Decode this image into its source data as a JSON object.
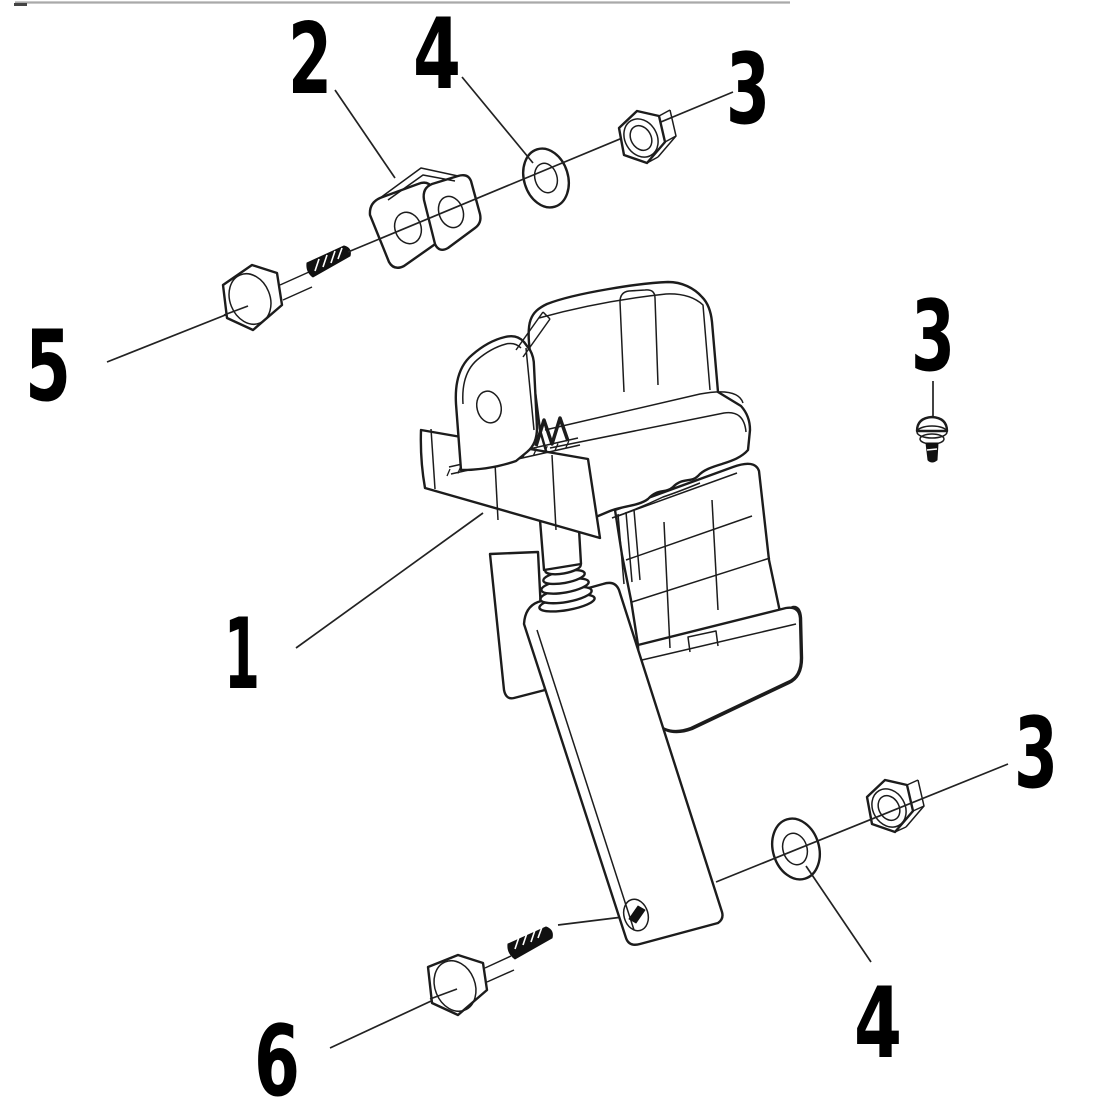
{
  "diagram": {
    "type": "exploded-parts-diagram",
    "background_color": "#ffffff",
    "line_color": "#1c1c1c",
    "label_color": "#000000",
    "callouts": [
      {
        "number": "1",
        "part": "main-assembly"
      },
      {
        "number": "2",
        "part": "clamp-bracket"
      },
      {
        "number": "4",
        "part": "flat-washer-upper"
      },
      {
        "number": "3",
        "part": "hex-nut-upper"
      },
      {
        "number": "5",
        "part": "hex-bolt-upper"
      },
      {
        "number": "3",
        "part": "button-head-screw"
      },
      {
        "number": "3",
        "part": "hex-nut-lower"
      },
      {
        "number": "4",
        "part": "flat-washer-lower"
      },
      {
        "number": "6",
        "part": "hex-bolt-lower"
      }
    ]
  }
}
